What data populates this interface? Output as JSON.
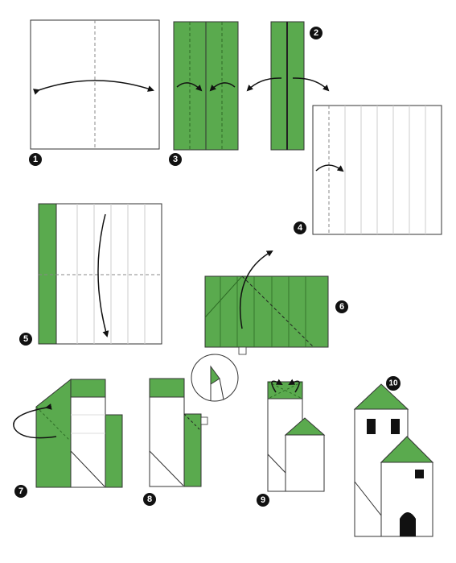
{
  "diagram": {
    "steps": [
      {
        "label": "1"
      },
      {
        "label": "2"
      },
      {
        "label": "3"
      },
      {
        "label": "4"
      },
      {
        "label": "5"
      },
      {
        "label": "6"
      },
      {
        "label": "7"
      },
      {
        "label": "8"
      },
      {
        "label": "9"
      },
      {
        "label": "10"
      }
    ],
    "colors": {
      "paper_green": "#5aaa4e",
      "paper_white": "#ffffff",
      "outline": "#333333",
      "fold_line": "#999999",
      "crease": "#bbbbbb",
      "window": "#111111",
      "step_badge": "#111111"
    }
  }
}
